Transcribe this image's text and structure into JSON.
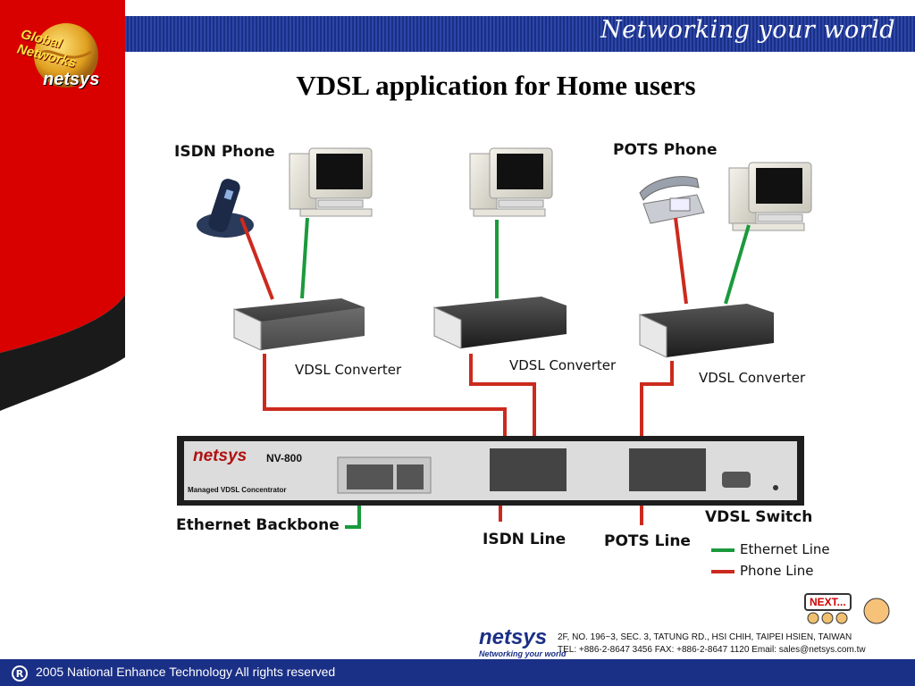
{
  "header": {
    "tagline": "Networking your world",
    "logo_ring": "Global Networks",
    "logo_brand": "netsys"
  },
  "title": "VDSL application for Home users",
  "labels": {
    "isdn_phone": "ISDN Phone",
    "pots_phone": "POTS Phone",
    "converter_1": "VDSL Converter",
    "converter_2": "VDSL Converter",
    "converter_3": "VDSL Converter",
    "ethernet_backbone": "Ethernet Backbone",
    "isdn_line": "ISDN Line",
    "pots_line": "POTS Line",
    "vdsl_switch": "VDSL Switch"
  },
  "switch": {
    "brand": "netsys",
    "model": "NV-800",
    "description": "Managed VDSL Concentrator"
  },
  "legend": {
    "ethernet_line": "Ethernet Line",
    "phone_line": "Phone Line",
    "ethernet_color": "#1a9a3c",
    "phone_color": "#cc2a1e"
  },
  "next_button": {
    "label": "NEXT..."
  },
  "contact": {
    "brand": "netsys",
    "brand_tagline": "Networking your world",
    "address": "2F, NO. 196~3, SEC. 3, TATUNG RD., HSI CHIH, TAIPEI HSIEN, TAIWAN",
    "phones": "TEL: +886-2-8647 3456   FAX: +886-2-8647 1120   Email: sales@netsys.com.tw"
  },
  "footer": {
    "copyright": "2005 National Enhance Technology   All rights reserved"
  }
}
